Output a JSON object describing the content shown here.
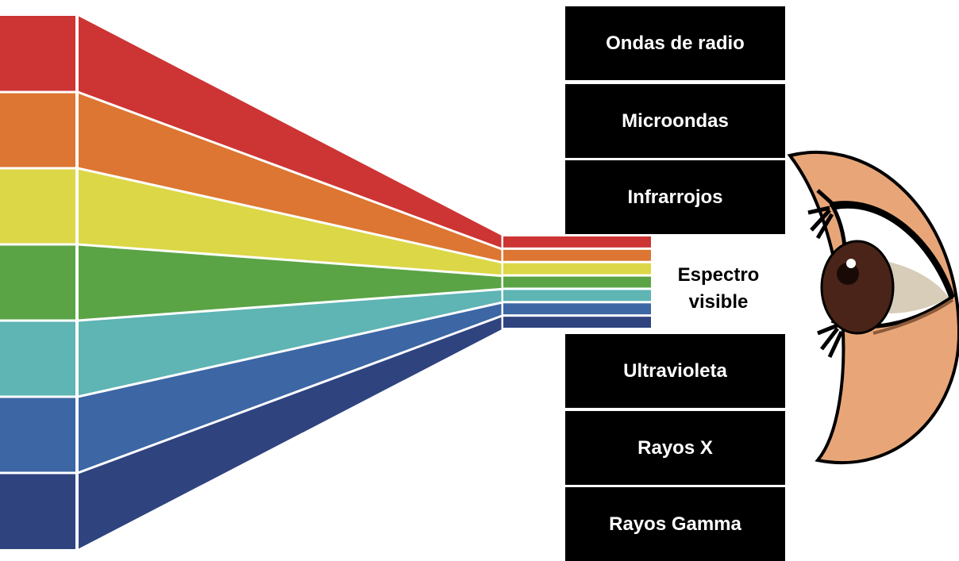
{
  "bands": [
    {
      "label": "Ondas de radio"
    },
    {
      "label": "Microondas"
    },
    {
      "label": "Infrarrojos"
    },
    {
      "label": "Ultravioleta"
    },
    {
      "label": "Rayos X"
    },
    {
      "label": "Rayos Gamma"
    }
  ],
  "visible_spectrum": {
    "label": "Espectro\nvisible",
    "colors": [
      "#cd3434",
      "#dc7632",
      "#dcd746",
      "#5aa446",
      "#5fb4b4",
      "#3d66a4",
      "#2f437f"
    ]
  },
  "eye": {
    "icon": "eye-icon",
    "skin_color": "#e8a678",
    "iris_color": "#4a2418"
  }
}
